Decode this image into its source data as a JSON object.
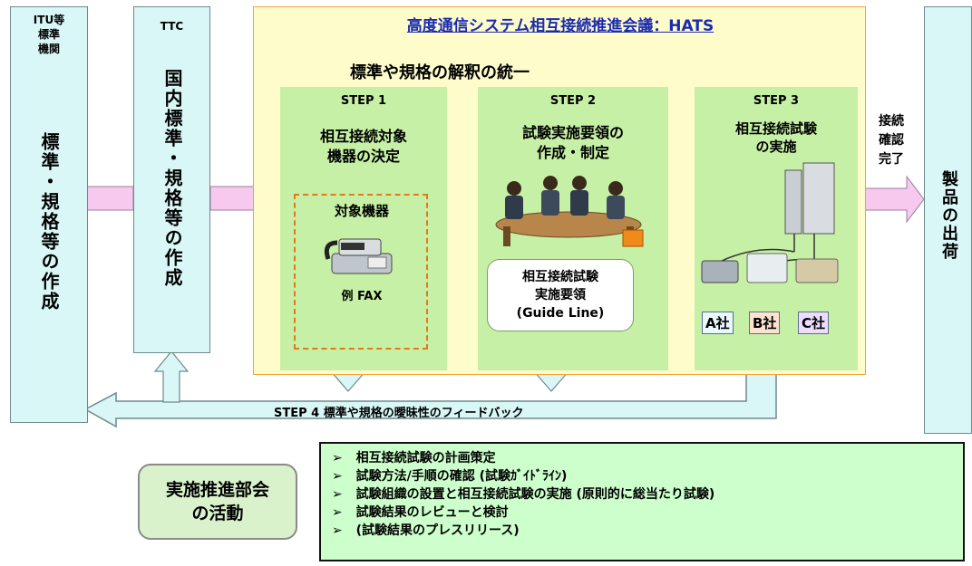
{
  "title": "高度通信システム相互接続推進会議：HATS",
  "subtitle": "標準や規格の解釈の統一",
  "itu": {
    "header": "ITU等\n標準\n機関",
    "body": "標準・規格等の作成"
  },
  "ttc": {
    "header": "TTC",
    "body": "国内標準・規格等の作成"
  },
  "step1": {
    "label": "STEP 1",
    "title": "相互接続対象\n機器の決定",
    "target_title": "対象機器",
    "example": "例 FAX"
  },
  "step2": {
    "label": "STEP 2",
    "title": "試験実施要領の\n作成・制定",
    "guide": "相互接続試験\n実施要領\n(Guide Line)"
  },
  "step3": {
    "label": "STEP 3",
    "title": "相互接続試験\nの実施",
    "companies": [
      "A社",
      "B社",
      "C社"
    ]
  },
  "complete": "接続\n確認\n完了",
  "shipment": "製品の出荷",
  "feedback": "STEP 4  標準や規格の曖昧性のフィードバック",
  "activity": "実施推進部会\nの活動",
  "activities": [
    "相互接続試験の計画策定",
    "試験方法/手順の確認 (試験ｶﾞｲﾄﾞﾗｲﾝ)",
    "試験組織の設置と相互接続試験の実施 (原則的に総当たり試験)",
    "試験結果のレビューと検討",
    "(試験結果のプレスリリース)"
  ],
  "colors": {
    "hats_bg": "#fffccc",
    "hats_border": "#f2a33a",
    "step_bg": "#c6f0a6",
    "arrow_pink": "#f8c9ee",
    "title_blue": "#1a2bb0",
    "list_bg": "#ccffcc",
    "activity_bg": "#d9f2cc"
  }
}
